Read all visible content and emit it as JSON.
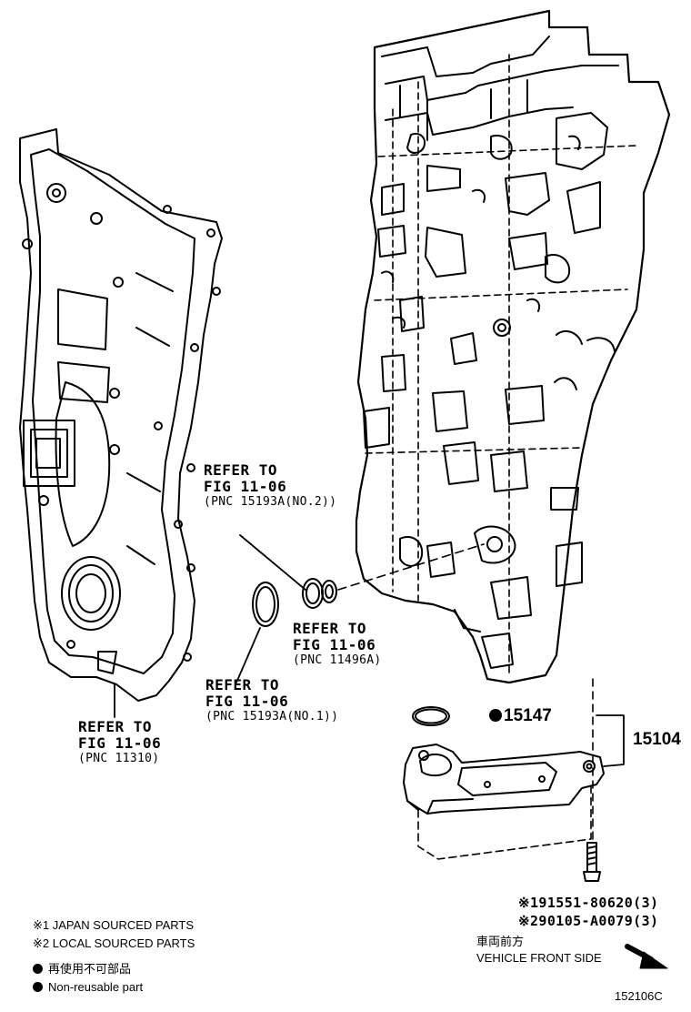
{
  "callouts": [
    {
      "id": "ref-pnc-15193a-no2",
      "line1": "REFER TO",
      "line2": "FIG 11-06",
      "pnc": "(PNC 15193A(NO.2))"
    },
    {
      "id": "ref-pnc-11496a",
      "line1": "REFER TO",
      "line2": "FIG 11-06",
      "pnc": "(PNC 11496A)"
    },
    {
      "id": "ref-pnc-15193a-no1",
      "line1": "REFER TO",
      "line2": "FIG 11-06",
      "pnc": "(PNC 15193A(NO.1))"
    },
    {
      "id": "ref-pnc-11310",
      "line1": "REFER TO",
      "line2": "FIG 11-06",
      "pnc": "(PNC 11310)"
    }
  ],
  "parts": {
    "oring_pn": "15147",
    "assembly_pn": "15104",
    "bolt_1": "※191551-80620(3)",
    "bolt_2": "※290105-A0079(3)"
  },
  "direction": {
    "jp": "車両前方",
    "en": "VEHICLE FRONT SIDE"
  },
  "legend": {
    "note1": "※1 JAPAN SOURCED PARTS",
    "note2": "※2 LOCAL SOURCED PARTS",
    "nonreusable_jp": "再使用不可部品",
    "nonreusable_en": "Non-reusable part"
  },
  "figure_id": "152106C"
}
